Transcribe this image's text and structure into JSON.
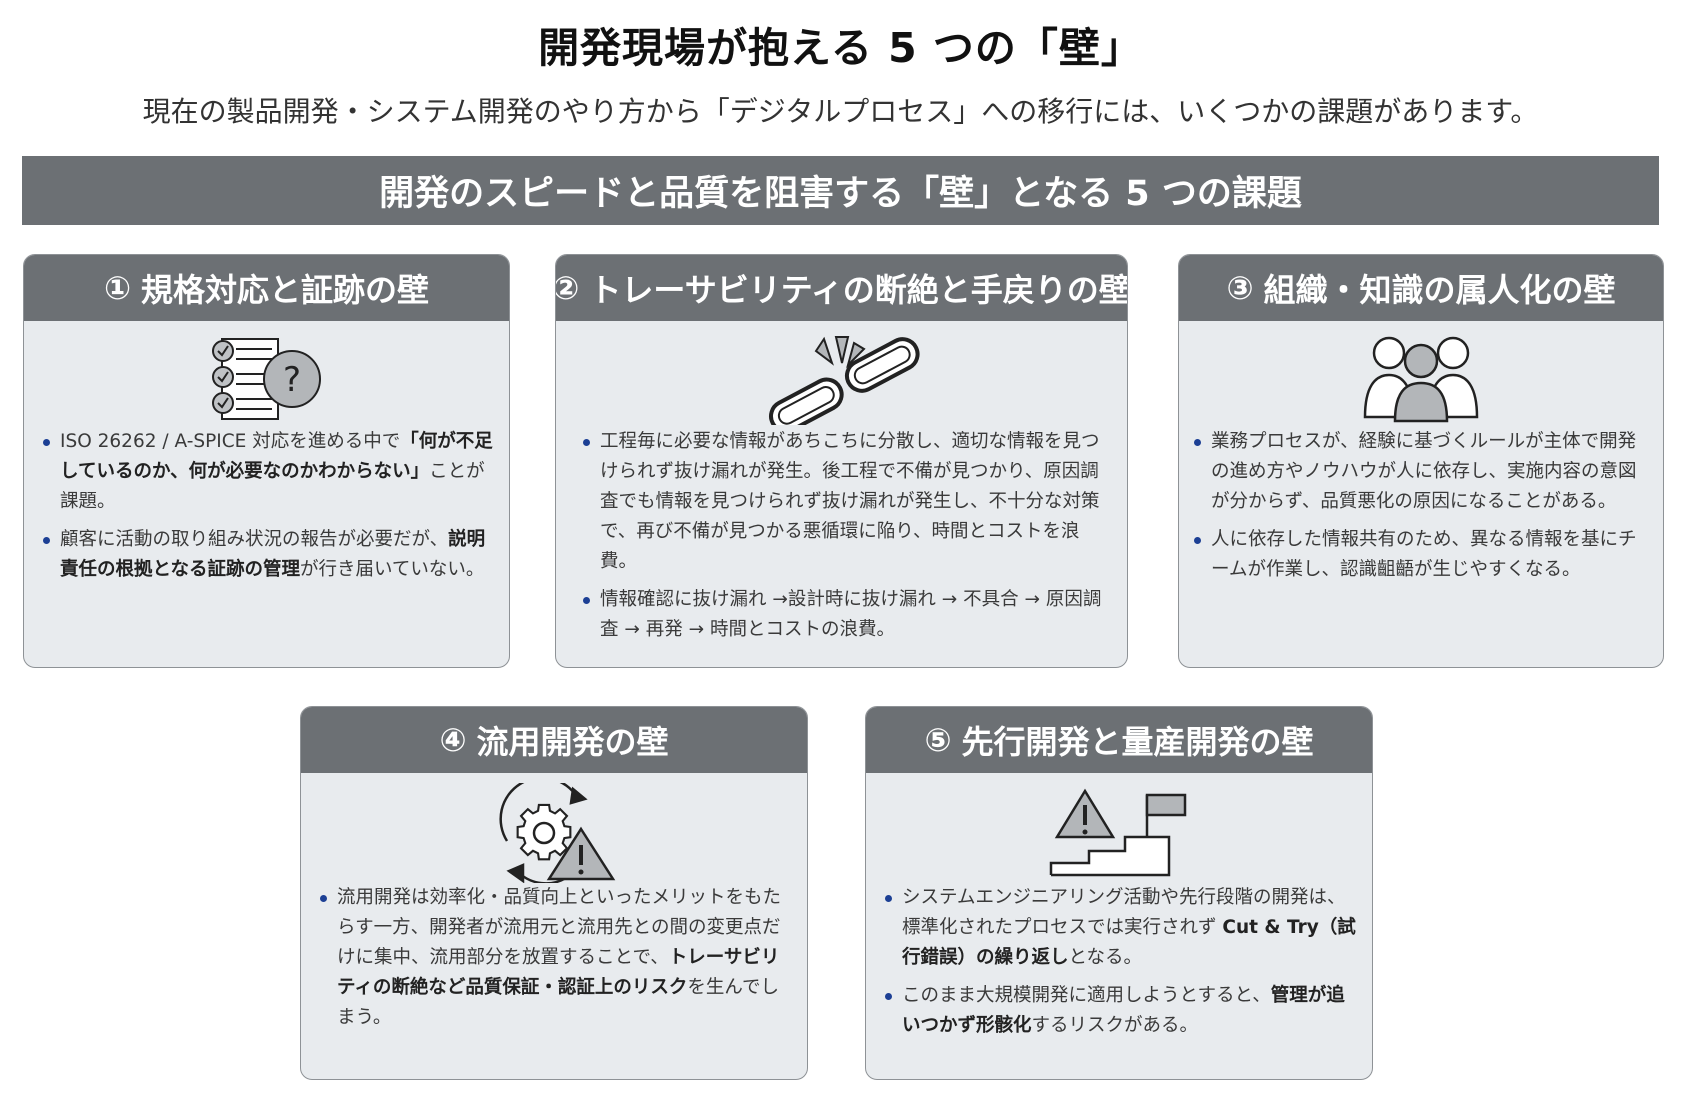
{
  "title": "開発現場が抱える 5 つの「壁」",
  "subtitle": "現在の製品開発・システム開発のやり方から「デジタルプロセス」への移行には、いくつかの課題があります。",
  "banner": "開発のスピードと品質を阻害する「壁」となる 5 つの課題",
  "colors": {
    "header_gray": "#6c7074",
    "card_bg": "#e8ebee",
    "bullet_blue": "#1c3f94"
  },
  "cards": [
    {
      "num": "①",
      "title": "規格対応と証跡の壁",
      "icon": "checklist-question-icon",
      "icon_text": "?",
      "bullets": [
        {
          "pre": "ISO 26262 / A-SPICE 対応を進める中で",
          "bold": "「何が不足しているのか、何が必要なのかわからない」",
          "post": "ことが課題。"
        },
        {
          "pre": "顧客に活動の取り組み状況の報告が必要だが、",
          "bold": "説明責任の根拠となる証跡の管理",
          "post": "が行き届いていない。"
        }
      ]
    },
    {
      "num": "②",
      "title": "トレーサビリティの断絶と手戻りの壁",
      "icon": "broken-chain-icon",
      "bullets": [
        {
          "pre": "工程毎に必要な情報があちこちに分散し、適切な情報を見つけられず抜け漏れが発生。後工程で不備が見つかり、原因調査でも情報を見つけられず抜け漏れが発生し、不十分な対策で、再び不備が見つかる悪循環に陥り、時間とコストを浪費。",
          "bold": "",
          "post": ""
        },
        {
          "pre": "情報確認に抜け漏れ →設計時に抜け漏れ → 不具合 → 原因調査 → 再発 → 時間とコストの浪費。",
          "bold": "",
          "post": ""
        }
      ]
    },
    {
      "num": "③",
      "title": "組織・知識の属人化の壁",
      "icon": "people-group-icon",
      "bullets": [
        {
          "pre": "業務プロセスが、経験に基づくルールが主体で開発の進め方やノウハウが人に依存し、実施内容の意図が分からず、品質悪化の原因になることがある。",
          "bold": "",
          "post": ""
        },
        {
          "pre": "人に依存した情報共有のため、異なる情報を基にチームが作業し、認識齟齬が生じやすくなる。",
          "bold": "",
          "post": ""
        }
      ]
    },
    {
      "num": "④",
      "title": "流用開発の壁",
      "icon": "gear-cycle-warning-icon",
      "bullets": [
        {
          "pre": "流用開発は効率化・品質向上といったメリットをもたらす一方、開発者が流用元と流用先との間の変更点だけに集中、流用部分を放置することで、",
          "bold": "トレーサビリティの断絶など品質保証・認証上のリスク",
          "post": "を生んでしまう。"
        }
      ]
    },
    {
      "num": "⑤",
      "title": "先行開発と量産開発の壁",
      "icon": "warning-stairs-flag-icon",
      "bullets": [
        {
          "pre": "システムエンジニアリング活動や先行段階の開発は、標準化されたプロセスでは実行されず ",
          "bold": "Cut & Try（試行錯誤）の繰り返し",
          "post": "となる。"
        },
        {
          "pre": "このまま大規模開発に適用しようとすると、",
          "bold": "管理が追いつかず形骸化",
          "post": "するリスクがある。"
        }
      ]
    }
  ]
}
